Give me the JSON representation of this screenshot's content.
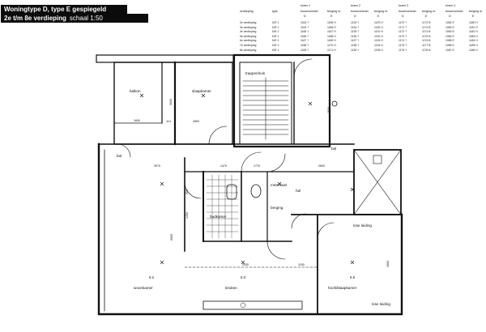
{
  "header": {
    "title_line1": "Woningtype D, type E gespiegeld",
    "title_line2": "2e t/m 8e verdieping",
    "scale": "schaal 1:50"
  },
  "table": {
    "col_headers": [
      "verdieping",
      "type",
      "bouwnummer",
      "berging nr.",
      "bouwnummer",
      "berging nr.",
      "bouwnummer",
      "berging nr.",
      "bouwnummer",
      "berging nr."
    ],
    "group_headers": [
      "koren 1",
      "koren 2",
      "koren 3",
      "koren 4"
    ],
    "sub_headers": [
      "D",
      "E",
      "D",
      "E",
      "D",
      "E",
      "D",
      "E"
    ],
    "rows": [
      [
        "2e verdieping",
        "D/E 1",
        "1163 ?",
        "1165 H",
        "1133 ?",
        "1129 H",
        "1170 ?",
        "1172 B",
        "1081 E",
        "1180 H"
      ],
      [
        "3e verdieping",
        "D/E 1",
        "1164 ?",
        "1166 H",
        "1134 ?",
        "1130 H",
        "1171 ?",
        "1173 B",
        "1082 E",
        "1181 H"
      ],
      [
        "4e verdieping",
        "D/E 1",
        "1165 ?",
        "1167 H",
        "1135 ?",
        "1131 H",
        "1172 ?",
        "1174 B",
        "1083 E",
        "1182 H"
      ],
      [
        "5e verdieping",
        "D/E 1",
        "1166 ?",
        "1168 H",
        "1136 ?",
        "1132 H",
        "1173 ?",
        "1175 B",
        "1084 E",
        "1183 H"
      ],
      [
        "6e verdieping",
        "D/E 1",
        "1167 ?",
        "1169 H",
        "1137 ?",
        "1133 H",
        "1174 ?",
        "1176 B",
        "1085 E",
        "1184 H"
      ],
      [
        "7e verdieping",
        "D/E 1",
        "1168 ?",
        "1170 H",
        "1138 ?",
        "1134 H",
        "1175 ?",
        "1177 B",
        "1086 E",
        "1185 H"
      ],
      [
        "8e verdieping",
        "D/E 1",
        "1169 ?",
        "1171 H",
        "1139 ?",
        "1135 H",
        "1176 ?",
        "1178 B",
        "1087 E",
        "1186 H"
      ]
    ]
  },
  "rooms": {
    "balkon": "balkon",
    "slaapkamer": "slaapkamer",
    "trappenhuis": "trappenhuis",
    "badkamer": "badkamer",
    "meterkast": "meterkast",
    "berging": "berging",
    "hal": "hal",
    "woonkamer": "woonkamer",
    "keuken": "keuken",
    "hoofdslaapkamer": "hoofdslaapkamer",
    "lose_leiding": "lose leiding",
    "lose_leiding_2": "lose leiding",
    "bal": "bal",
    "bal_2": "bal"
  },
  "dimensions": {
    "d_1840": "1840",
    "d_2800": "2800",
    "d_3070": "3070",
    "d_2600": "2600",
    "d_1470": "1470",
    "d_1770": "1770",
    "d_6000": "6000",
    "d_1450": "1450",
    "d_2430": "2430",
    "d_1150": "1150",
    "d_3000": "3000",
    "d_500": "500",
    "d_2800b": "2800",
    "d_114": "114",
    "d_3020": "3020"
  },
  "markers": {
    "h_62": "6.2",
    "h_63": "6.3",
    "h_65": "6.5"
  }
}
